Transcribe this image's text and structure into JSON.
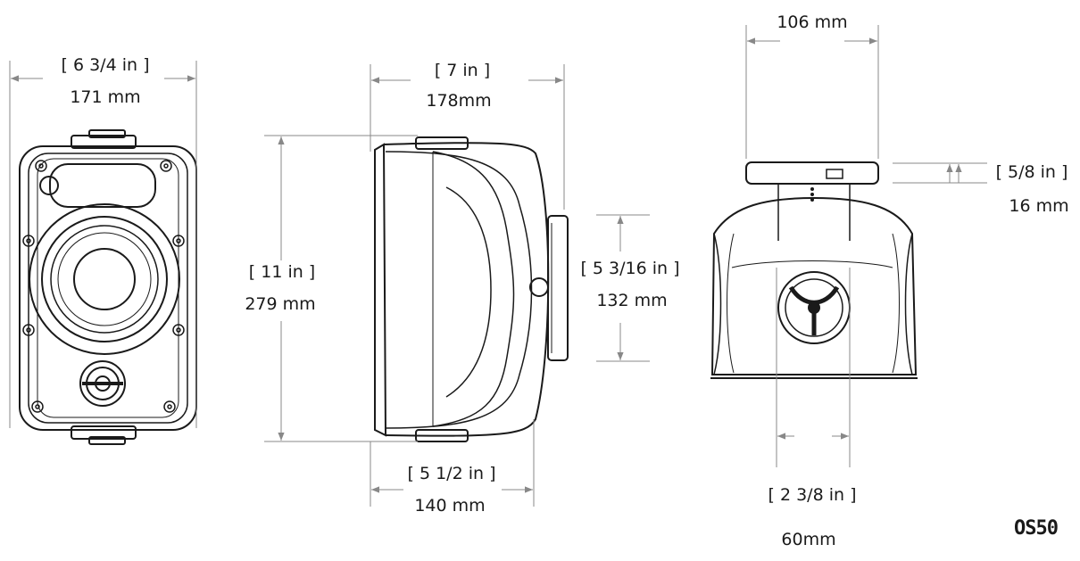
{
  "dimensions": {
    "front_width_in": "[ 6 3/4 in ]",
    "front_width_mm": "171 mm",
    "side_depth_in": "[ 7 in ]",
    "side_depth_mm": "178mm",
    "side_height_in": "[ 11 in ]",
    "side_height_mm": "279 mm",
    "bracket_height_in": "[ 5 3/16 in ]",
    "bracket_height_mm": "132 mm",
    "side_bottom_in": "[ 5 1/2 in ]",
    "side_bottom_mm": "140 mm",
    "top_width_mm": "106 mm",
    "top_thickness_in": "[ 5/8 in ]",
    "top_thickness_mm": "16 mm",
    "top_neck_in": "[ 2 3/8 in ]",
    "top_neck_mm": "60mm"
  },
  "model": "OS50",
  "colors": {
    "line": "#1a1a1a",
    "dim": "#888888"
  }
}
